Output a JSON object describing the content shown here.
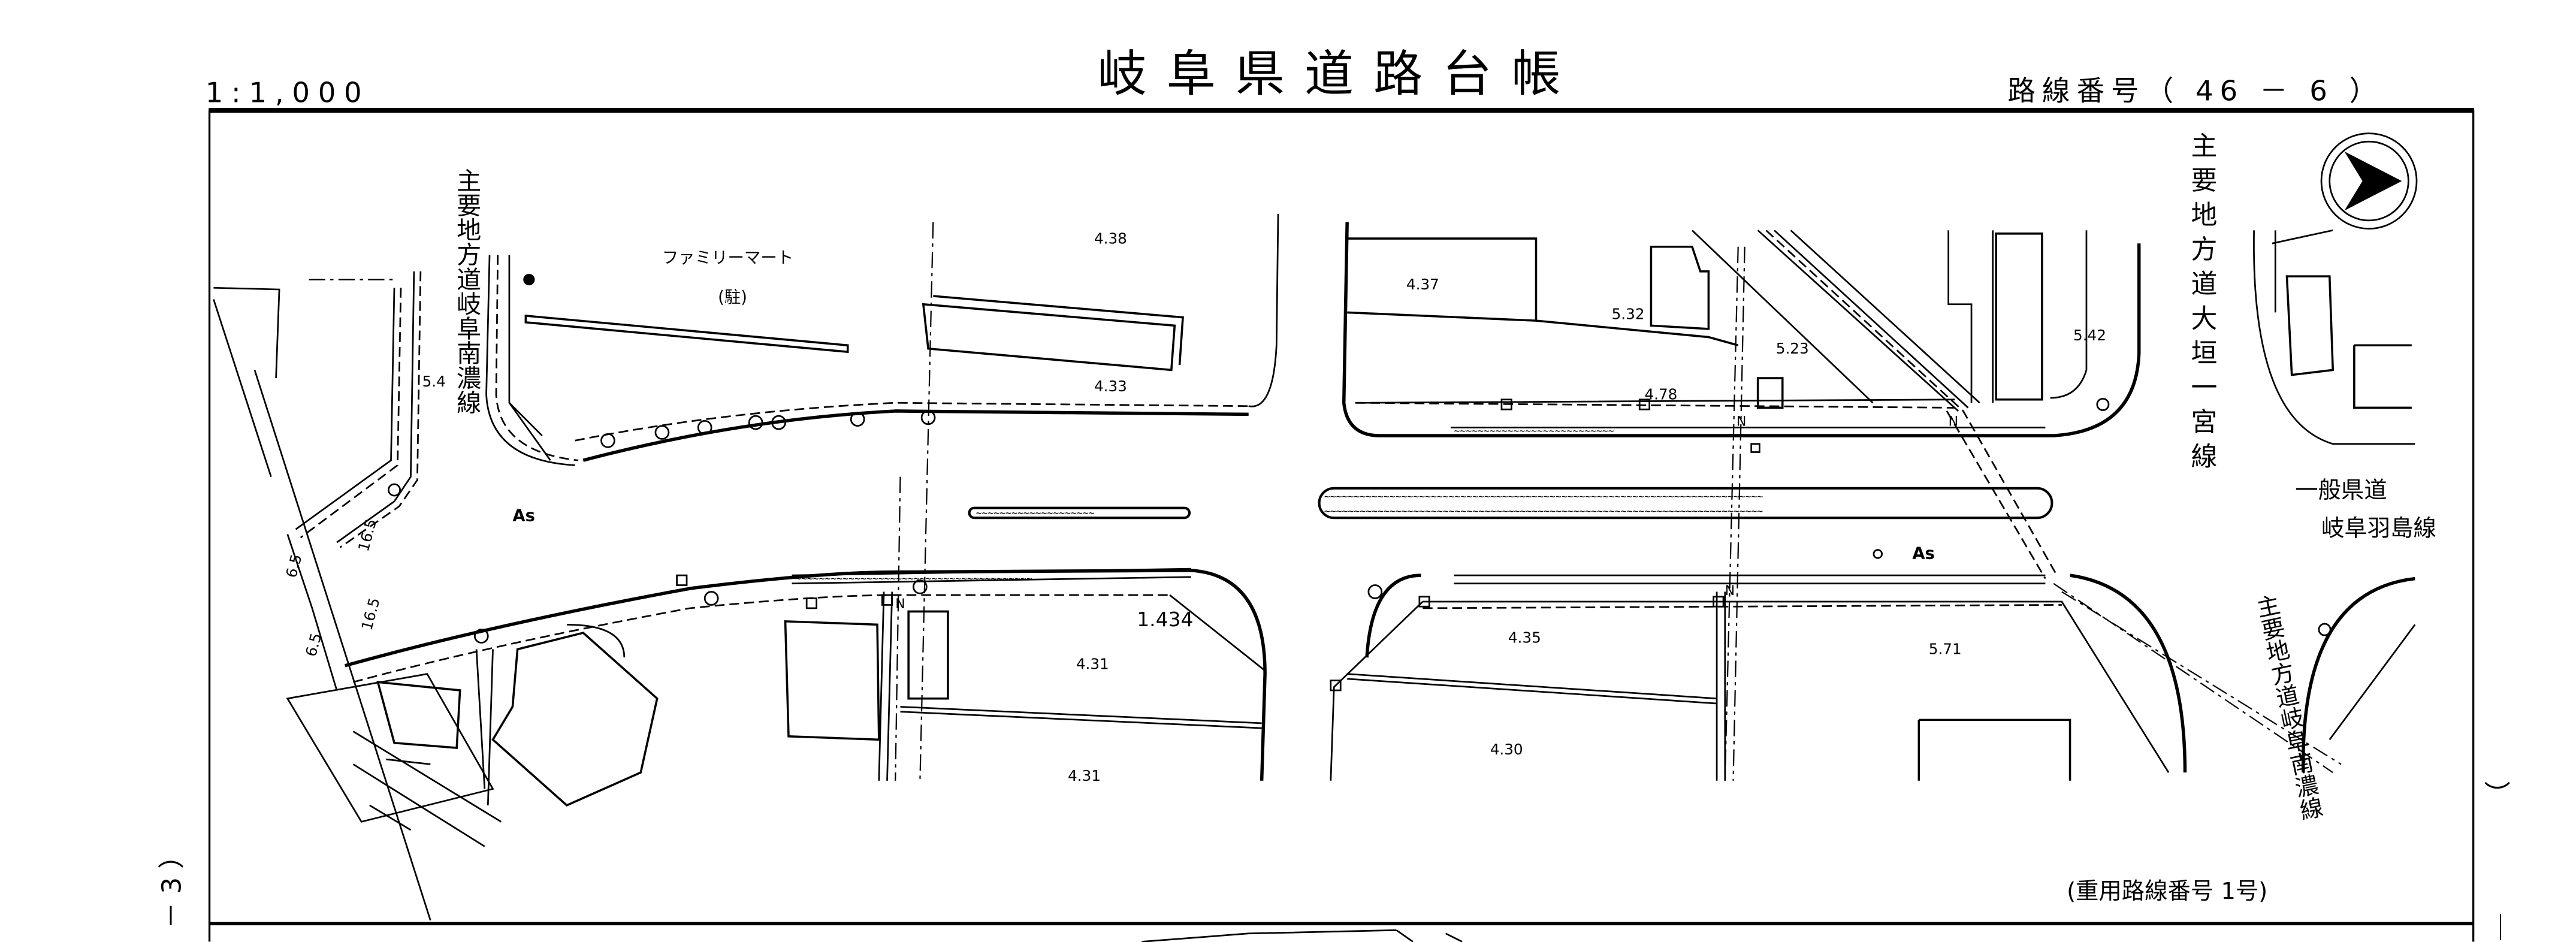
{
  "header": {
    "scale": "1:1,000",
    "title": "岐阜県道路台帳",
    "route_number_label": "路線番号（ 46 － 6 ）"
  },
  "margin": {
    "left_page_mark": "－ 3 ）",
    "right_mark_top": "）",
    "right_mark_bottom": "｜"
  },
  "map": {
    "road_labels": {
      "gifu_nanno_north": "主要地方道岐阜南濃線",
      "ogaki_ichinomiya": "主要地方道大垣一宮線",
      "gifu_hashima_line1": "一般県道",
      "gifu_hashima_line2": "岐阜羽島線",
      "gifu_nanno_south": "主要地方道岐阜南濃線"
    },
    "places": {
      "familymart": "ファミリーマート",
      "parking": "(駐)"
    },
    "surface_labels": [
      "As",
      "As"
    ],
    "elevations": [
      "4.38",
      "4.33",
      "4.37",
      "5.32",
      "5.23",
      "4.78",
      "5.42",
      "1.434",
      "4.31",
      "4.35",
      "5.71",
      "4.30",
      "4.31",
      "5.4"
    ],
    "widths": [
      "6.5",
      "6.5",
      "16.5",
      "16.5"
    ],
    "signal_marks": [
      "N",
      "N",
      "N",
      "N"
    ],
    "compass": "north-arrow-icon",
    "overlap_route_note": "(重用路線番号  1号)"
  }
}
